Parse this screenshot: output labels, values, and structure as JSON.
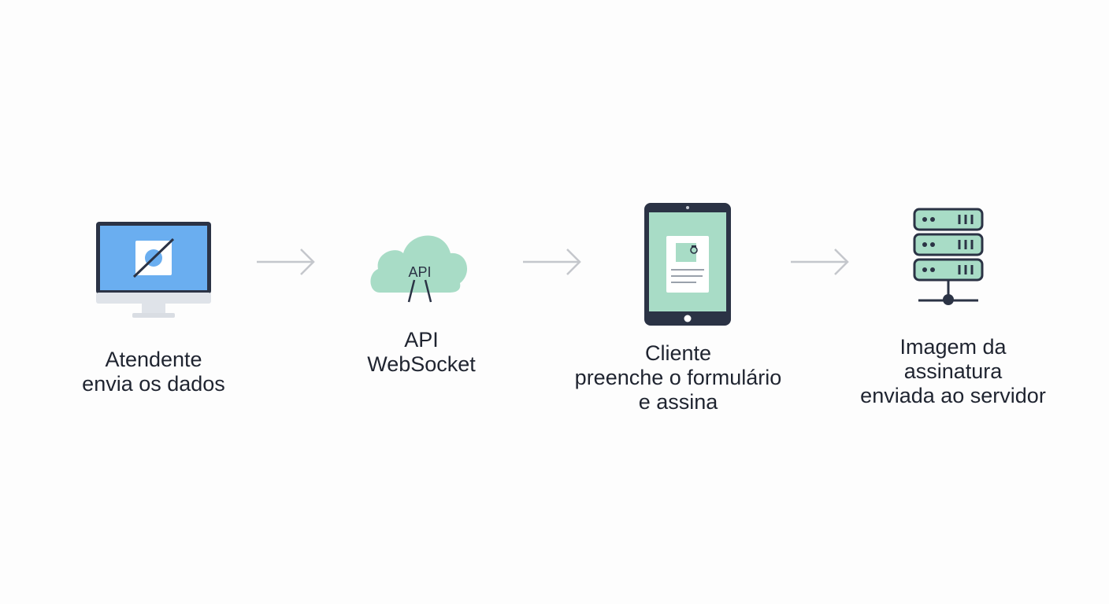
{
  "steps": [
    {
      "icon": "desktop-monitor-icon",
      "lines": [
        "Atendente",
        "envia os dados"
      ]
    },
    {
      "icon": "cloud-api-icon",
      "icon_text": "API",
      "lines": [
        "API",
        "WebSocket"
      ]
    },
    {
      "icon": "tablet-form-icon",
      "lines": [
        "Cliente",
        "preenche o formulário",
        "e assina"
      ]
    },
    {
      "icon": "server-rack-icon",
      "lines": [
        "Imagem da",
        "assinatura",
        "enviada ao servidor"
      ]
    }
  ],
  "arrows": [
    "arrow-right-icon",
    "arrow-right-icon",
    "arrow-right-icon"
  ],
  "colors": {
    "dark": "#2b3345",
    "blue": "#6aaef0",
    "mint": "#a8dcc6",
    "arrow": "#c4c7cc",
    "stand": "#d9dde3",
    "text": "#1f2430"
  }
}
